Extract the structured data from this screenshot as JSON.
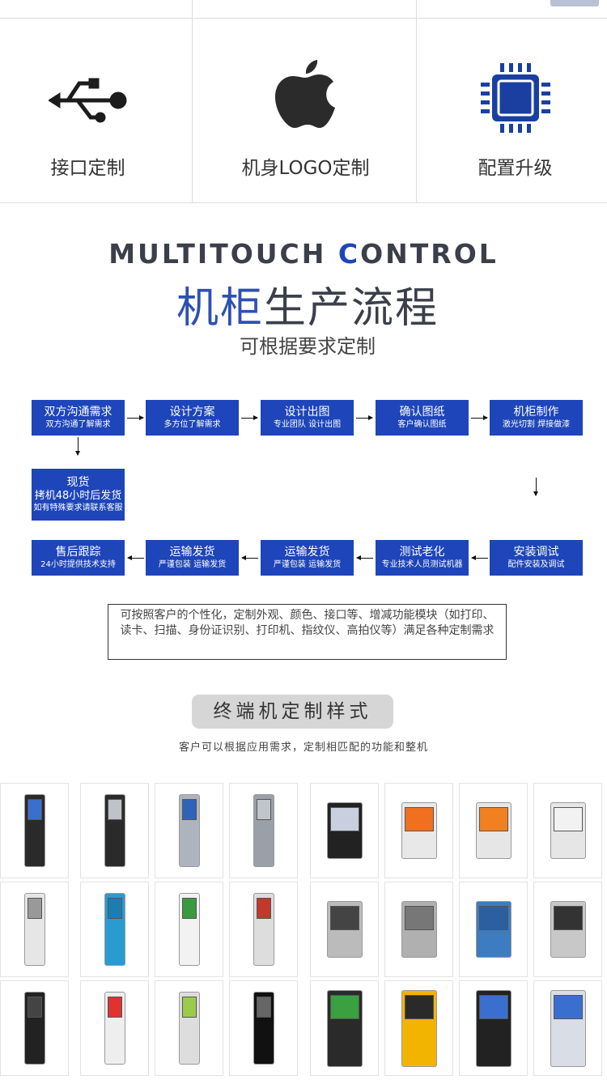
{
  "features": [
    {
      "label": "接口定制",
      "icon": "usb-icon"
    },
    {
      "label": "机身LOGO定制",
      "icon": "apple-logo-icon"
    },
    {
      "label": "配置升级",
      "icon": "chip-icon"
    }
  ],
  "process": {
    "title_prefix": "MULTITOUCH ",
    "title_c": "C",
    "title_suffix": "ONTROL",
    "heading_blue": "机柜",
    "heading_dark": "生产流程",
    "subtitle": "可根据要求定制",
    "steps": [
      {
        "title": "双方沟通需求",
        "sub": "双方沟通了解需求"
      },
      {
        "title": "设计方案",
        "sub": "多方位了解需求"
      },
      {
        "title": "设计出图",
        "sub": "专业团队 设计出图"
      },
      {
        "title": "确认图纸",
        "sub": "客户确认图纸"
      },
      {
        "title": "机柜制作",
        "sub": "激光切割 焊接做漆"
      },
      {
        "title": "安装调试",
        "sub": "配件安装及调试"
      },
      {
        "title": "测试老化",
        "sub": "专业技术人员测试机器"
      },
      {
        "title": "运输发货",
        "sub": "严谨包装 运输发货"
      },
      {
        "title": "运输发货",
        "sub": "严谨包装 运输发货"
      },
      {
        "title": "售后跟踪",
        "sub": "24小时提供技术支持"
      }
    ],
    "stock": {
      "title": "现货",
      "line1": "拷机48小时后发货",
      "line2": "如有特殊要求请联系客服"
    },
    "note": "可按照客户的个性化，定制外观、颜色、接口等、增减功能模块（如打印、读卡、扫描、身份证识别、打印机、指纹仪、高拍仪等）满足各种定制需求"
  },
  "styles": {
    "heading": "终端机定制样式",
    "subtitle": "客户可以根据应用需求，定制相匹配的功能和整机"
  },
  "colors": {
    "blue": "#1e45b9",
    "chip": "#1a3fa0",
    "dark": "#3b3f4a"
  }
}
